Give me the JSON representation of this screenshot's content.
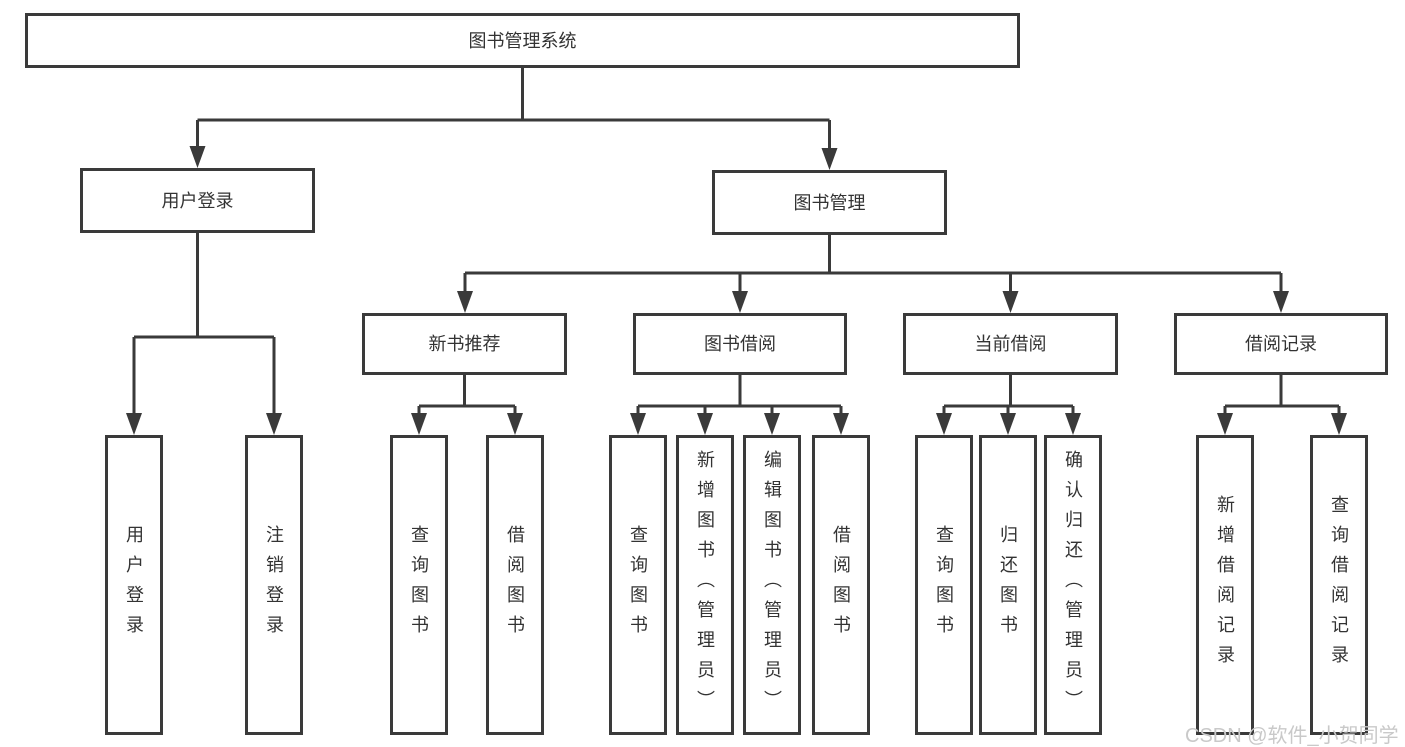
{
  "tree": {
    "root": "图书管理系统",
    "user_login": {
      "label": "用户登录",
      "children": [
        "用户登录",
        "注销登录"
      ]
    },
    "book_mgmt": {
      "label": "图书管理",
      "children": [
        {
          "label": "新书推荐",
          "children": [
            "查询图书",
            "借阅图书"
          ]
        },
        {
          "label": "图书借阅",
          "children": [
            "查询图书",
            "新增图书（管理员）",
            "编辑图书（管理员）",
            "借阅图书"
          ]
        },
        {
          "label": "当前借阅",
          "children": [
            "查询图书",
            "归还图书",
            "确认归还（管理员）"
          ]
        },
        {
          "label": "借阅记录",
          "children": [
            "新增借阅记录",
            "查询借阅记录"
          ]
        }
      ]
    }
  },
  "watermark": {
    "text": "CSDN @软件_小贺同学"
  },
  "colors": {
    "line": "#3a3a3a",
    "box_border": "#3a3a3a",
    "text": "#333333",
    "watermark": "#c9c9c9",
    "background": "#ffffff"
  }
}
